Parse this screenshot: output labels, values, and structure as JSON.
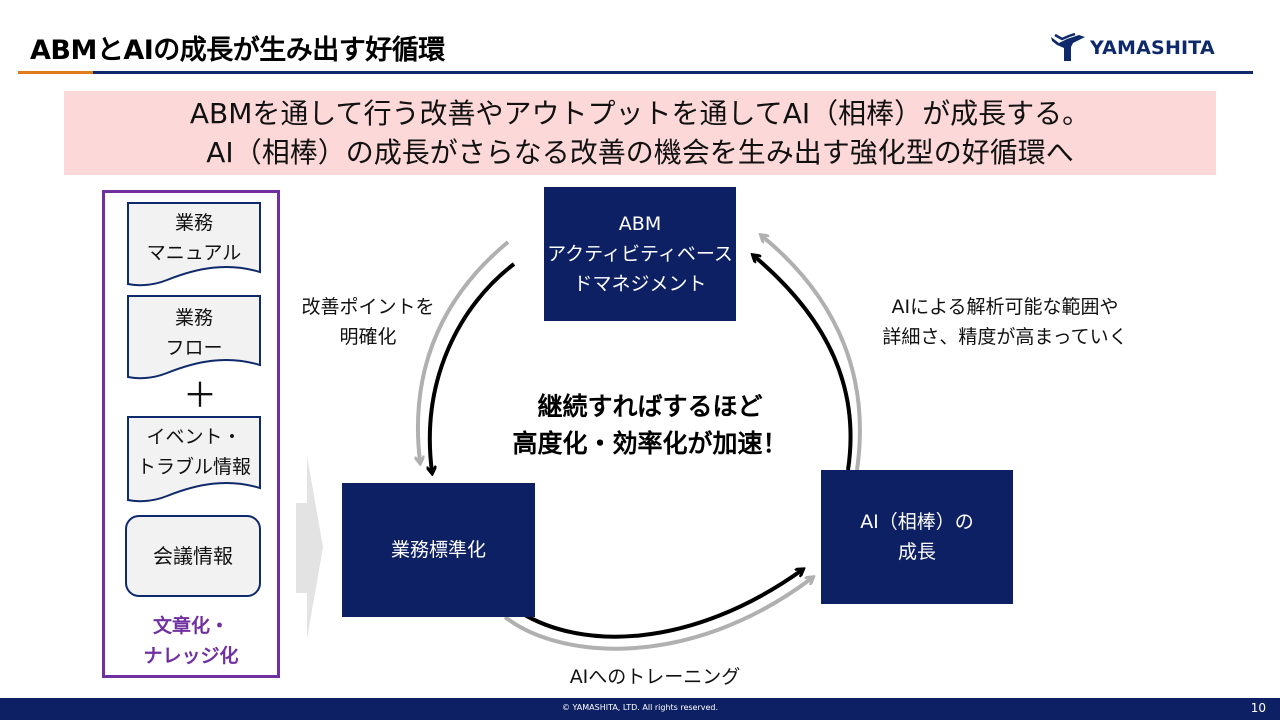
{
  "slide": {
    "title": "ABMとAIの成長が生み出す好循環",
    "logo_text": "YAMASHITA",
    "logo_icon": "yamashita-logo-mark",
    "banner": {
      "line1": "ABMを通して行う改善やアウトプットを通してAI（相棒）が成長する。",
      "line2": "AI（相棒）の成長がさらなる改善の機会を生み出す強化型の好循環へ"
    },
    "left_panel": {
      "docs": [
        {
          "line1": "業務",
          "line2": "マニュアル"
        },
        {
          "line1": "業務",
          "line2": "フロー"
        },
        {
          "line1": "イベント・",
          "line2": "トラブル情報"
        }
      ],
      "plus": "＋",
      "meeting": "会議情報",
      "caption_line1": "文章化・",
      "caption_line2": "ナレッジ化"
    },
    "nodes": {
      "abm": {
        "line1": "ABM",
        "line2": "アクティビティベース",
        "line3": "ドマネジメント"
      },
      "standardization": {
        "line1": "業務標準化"
      },
      "ai_growth": {
        "line1": "AI（相棒）の",
        "line2": "成長"
      }
    },
    "labels": {
      "left_line1": "改善ポイントを",
      "left_line2": "明確化",
      "right_line1": "AIによる解析可能な範囲や",
      "right_line2": "詳細さ、精度が高まっていく",
      "bottom": "AIへのトレーニング"
    },
    "center": {
      "line1": "継続すればするほど",
      "line2": "高度化・効率化が加速！"
    },
    "footer": {
      "copyright": "©  YAMASHITA, LTD.  All rights reserved.",
      "page": "10"
    },
    "colors": {
      "navy": "#0e2064",
      "orange": "#e07b1a",
      "purple": "#7030a0",
      "banner_pink": "#fdd8d8"
    }
  }
}
